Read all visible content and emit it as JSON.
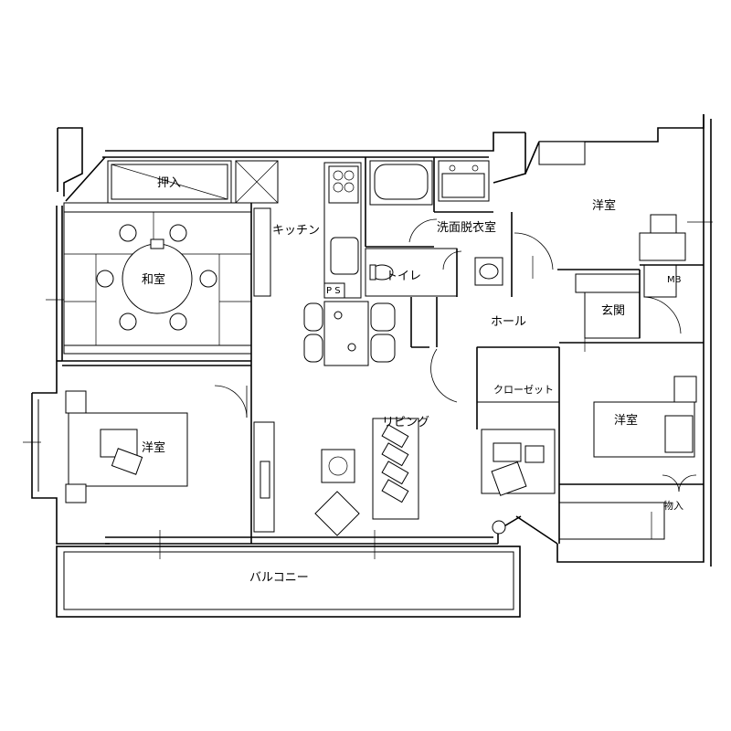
{
  "rooms": {
    "oshiire": "押入",
    "washitsu": "和室",
    "kitchen": "キッチン",
    "senmen": "洗面脱衣室",
    "toilet": "トイレ",
    "youshitsu_north": "洋室",
    "mb": "MB",
    "genkan": "玄関",
    "hall": "ホール",
    "closet": "クローゼット",
    "youshitsu_east": "洋室",
    "living": "リビング",
    "youshitsu_west": "洋室",
    "monoire": "物入",
    "balcony": "バルコニー",
    "ps": "P S"
  }
}
